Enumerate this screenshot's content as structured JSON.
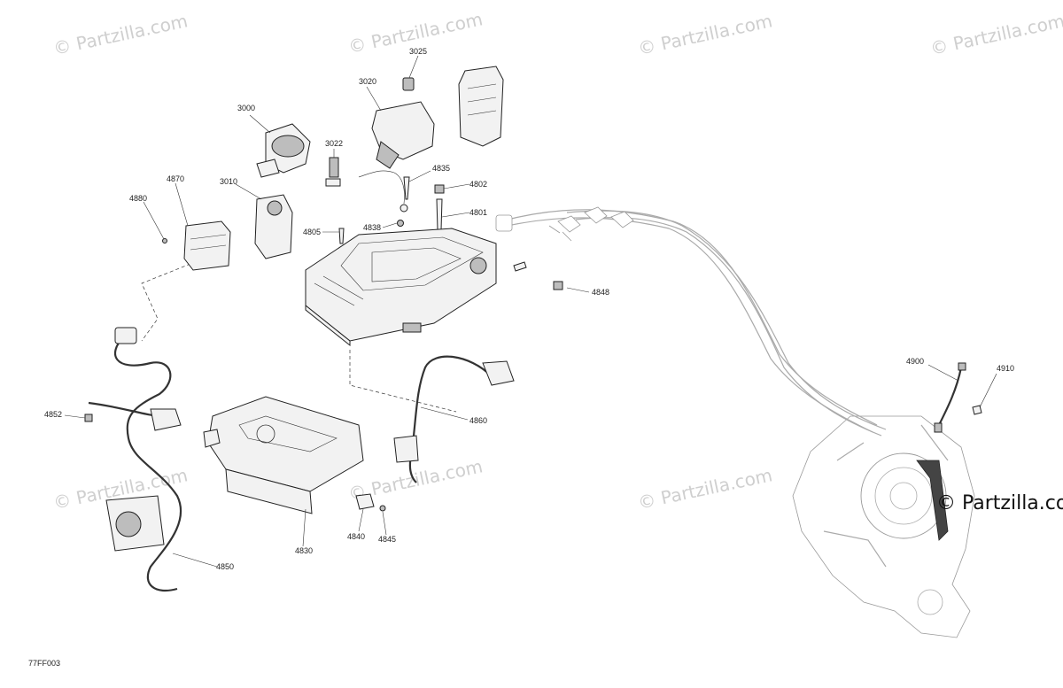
{
  "watermark": {
    "text": "© Partzilla.com",
    "logo_text": "© Partzilla.com"
  },
  "diagram_ref": "77FF003",
  "callouts": {
    "c3025": "3025",
    "c3020": "3020",
    "c3000": "3000",
    "c3022": "3022",
    "c4835": "4835",
    "c4870": "4870",
    "c3010": "3010",
    "c4802": "4802",
    "c4880": "4880",
    "c4801": "4801",
    "c4805": "4805",
    "c4838": "4838",
    "c4848": "4848",
    "c4900": "4900",
    "c4910": "4910",
    "c4852": "4852",
    "c4860": "4860",
    "c4830": "4830",
    "c4840": "4840",
    "c4845": "4845",
    "c4850": "4850"
  }
}
